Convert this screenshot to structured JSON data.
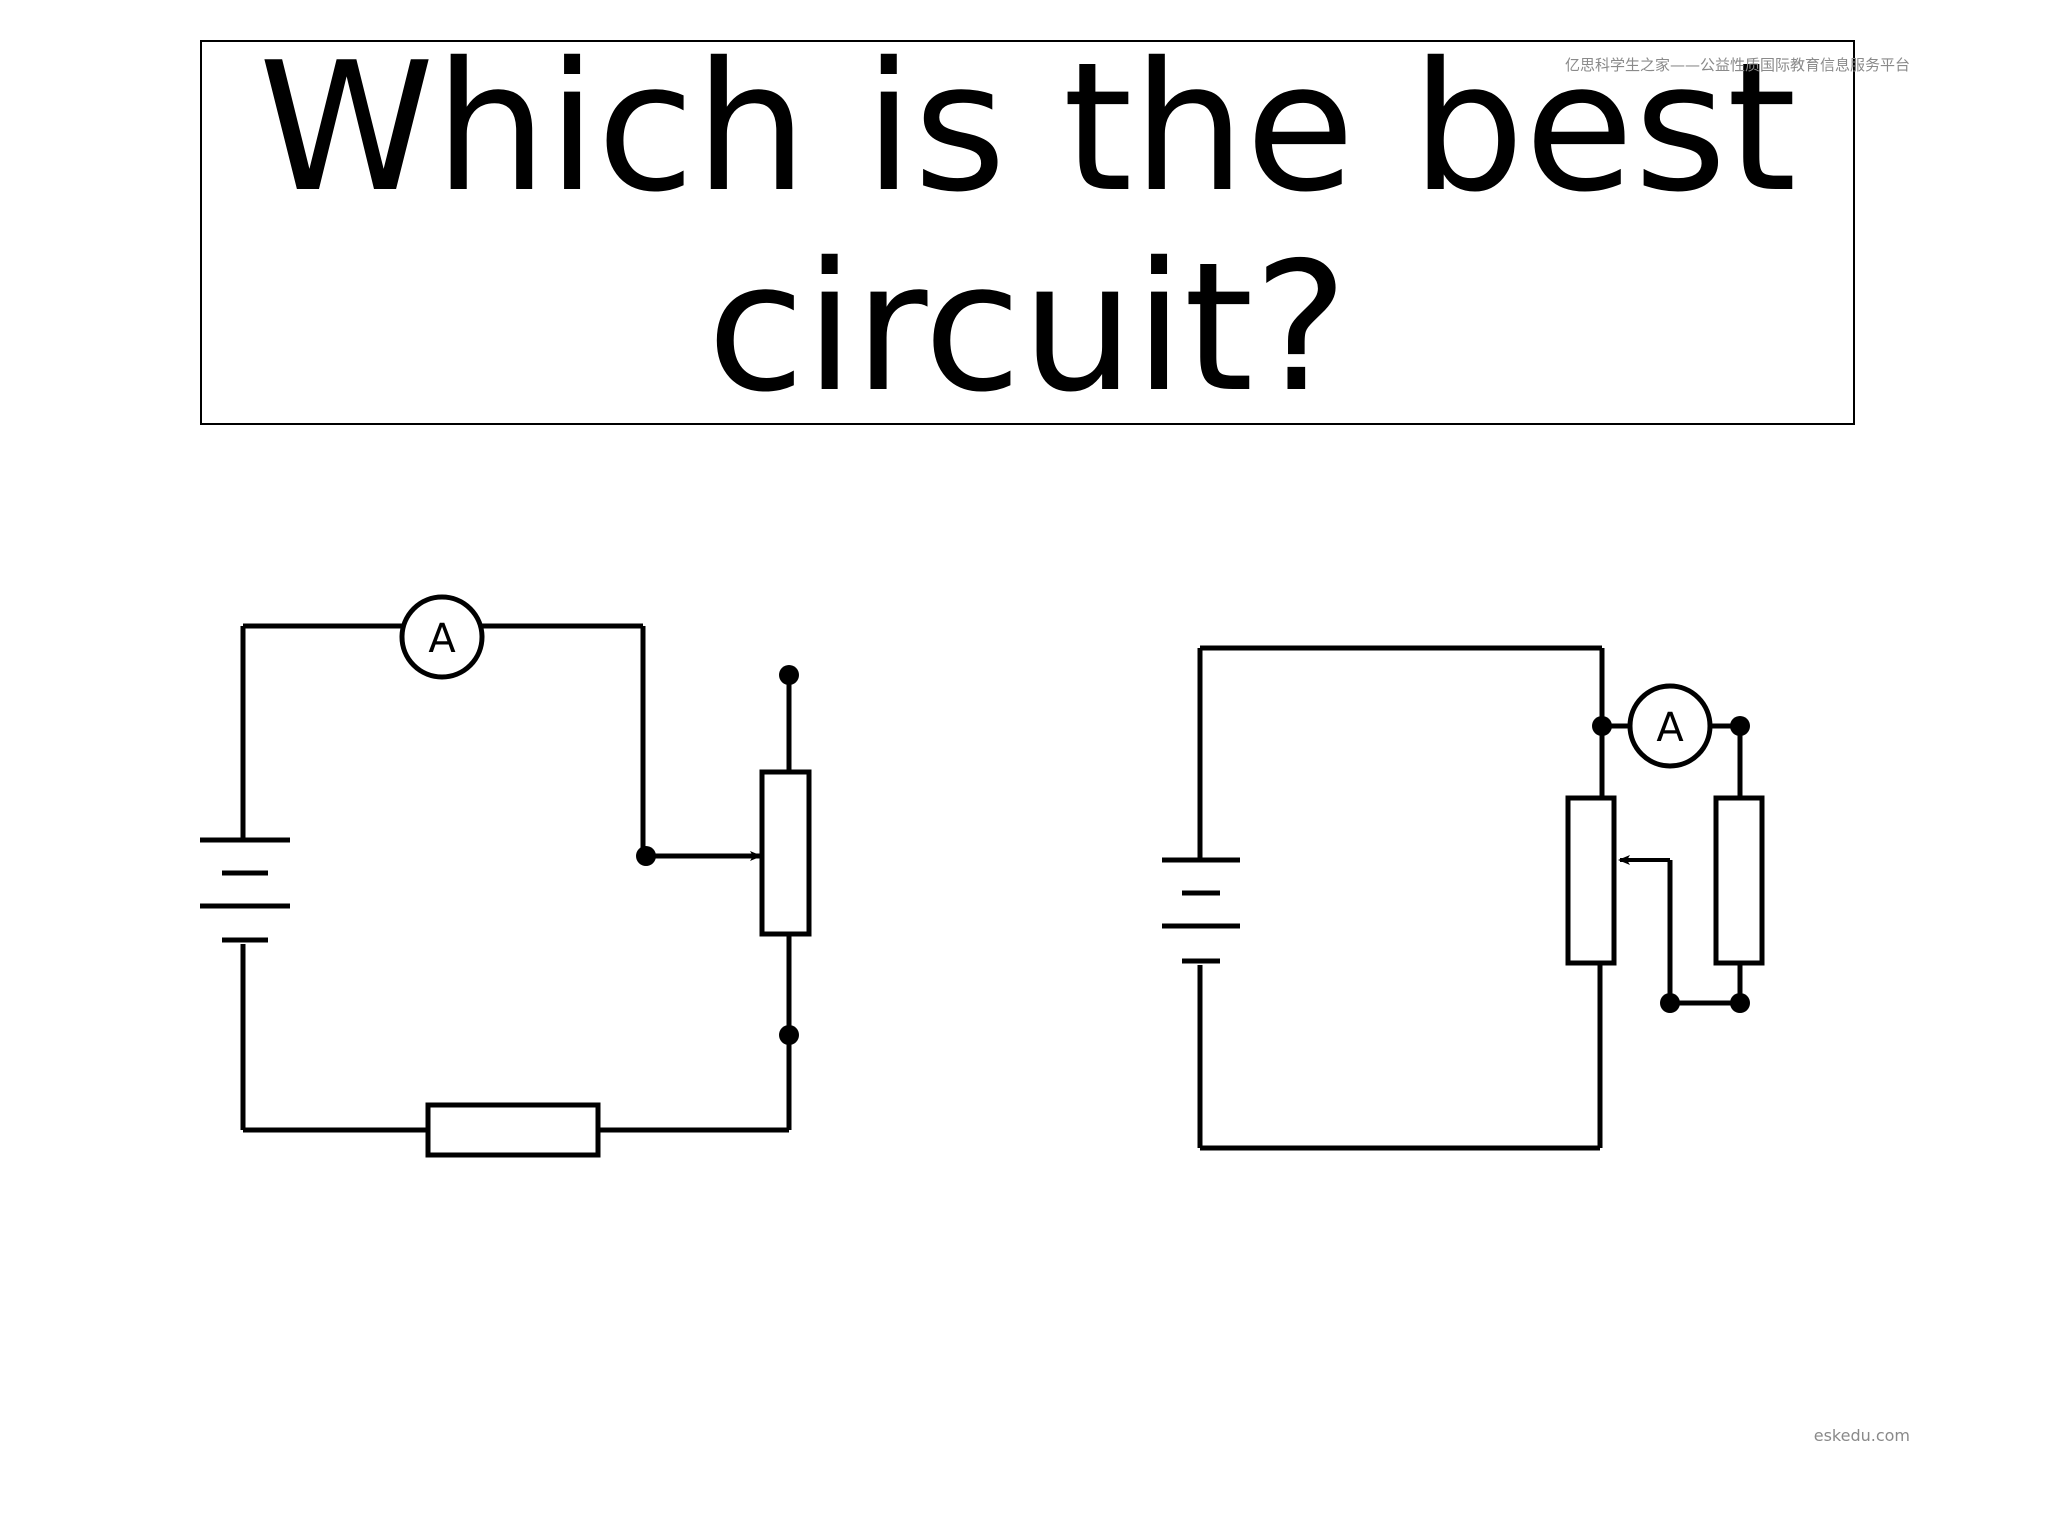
{
  "slide": {
    "title": "Which is the best circuit?",
    "watermark_top": "亿思科学生之家——公益性质国际教育信息服务平台",
    "watermark_bottom": "eskedu.com"
  },
  "circuits": {
    "left": {
      "ammeter_label": "A"
    },
    "right": {
      "ammeter_label": "A"
    }
  }
}
